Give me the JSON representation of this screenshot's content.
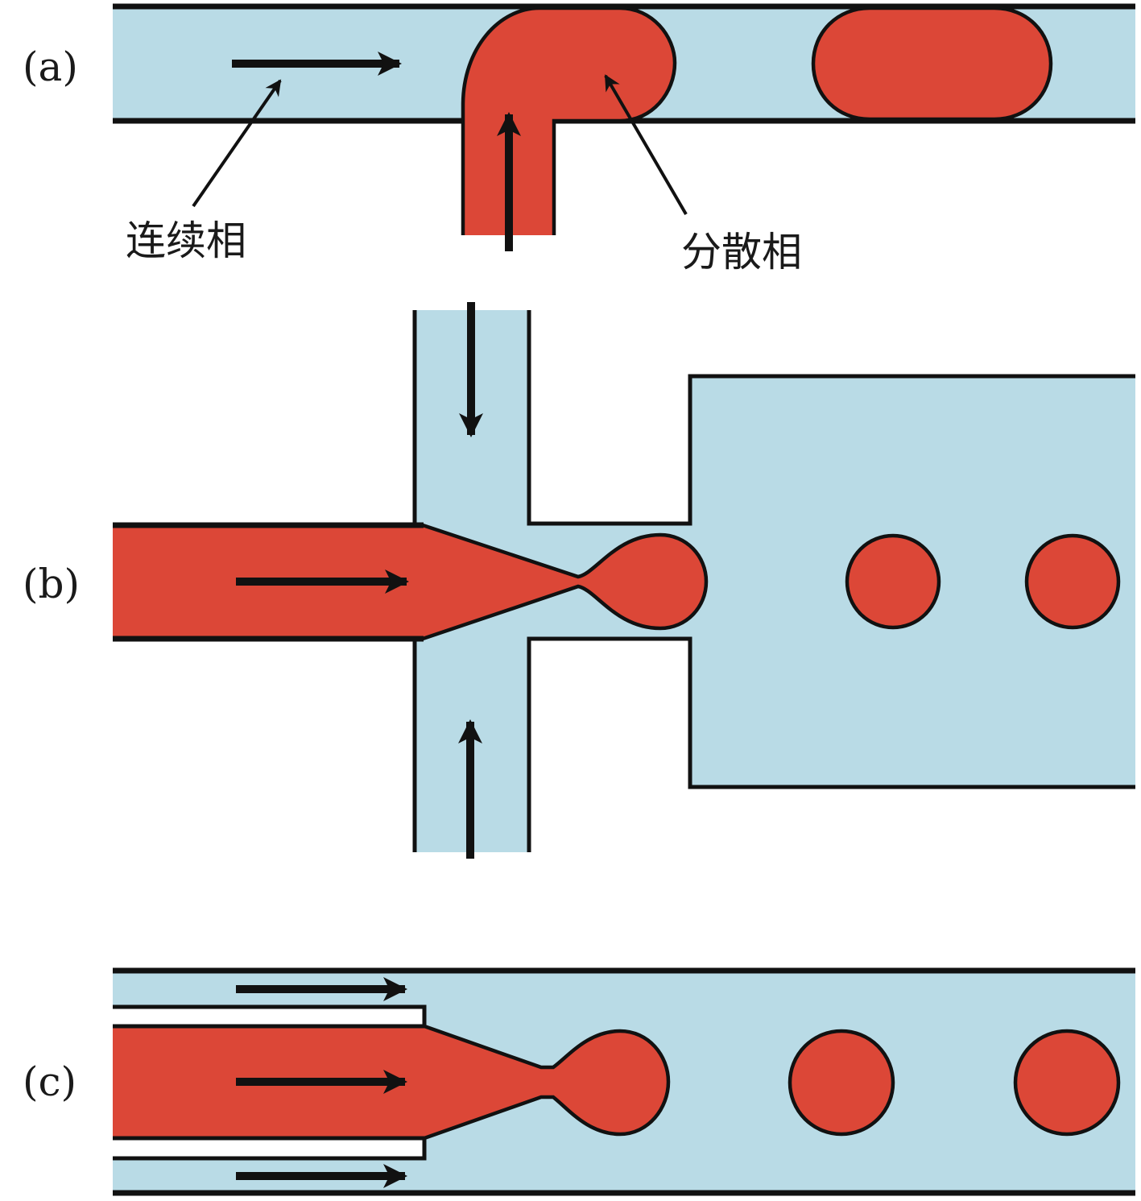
{
  "figure": {
    "description": "Microfluidic droplet generation geometries",
    "colors": {
      "continuous_phase": "#b9dbe6",
      "dispersed_phase": "#dc4737",
      "wall": "#111111",
      "background": "#ffffff"
    },
    "panels": [
      {
        "id": "a",
        "label": "(a)",
        "geometry": "T-junction",
        "annotations": [
          {
            "text": "连续相",
            "meaning": "continuous phase"
          },
          {
            "text": "分散相",
            "meaning": "dispersed phase"
          }
        ],
        "droplet_shape": "plug"
      },
      {
        "id": "b",
        "label": "(b)",
        "geometry": "flow-focusing",
        "droplet_shape": "spherical",
        "droplets_count": 3
      },
      {
        "id": "c",
        "label": "(c)",
        "geometry": "co-flow",
        "droplet_shape": "spherical",
        "droplets_count": 3
      }
    ]
  }
}
